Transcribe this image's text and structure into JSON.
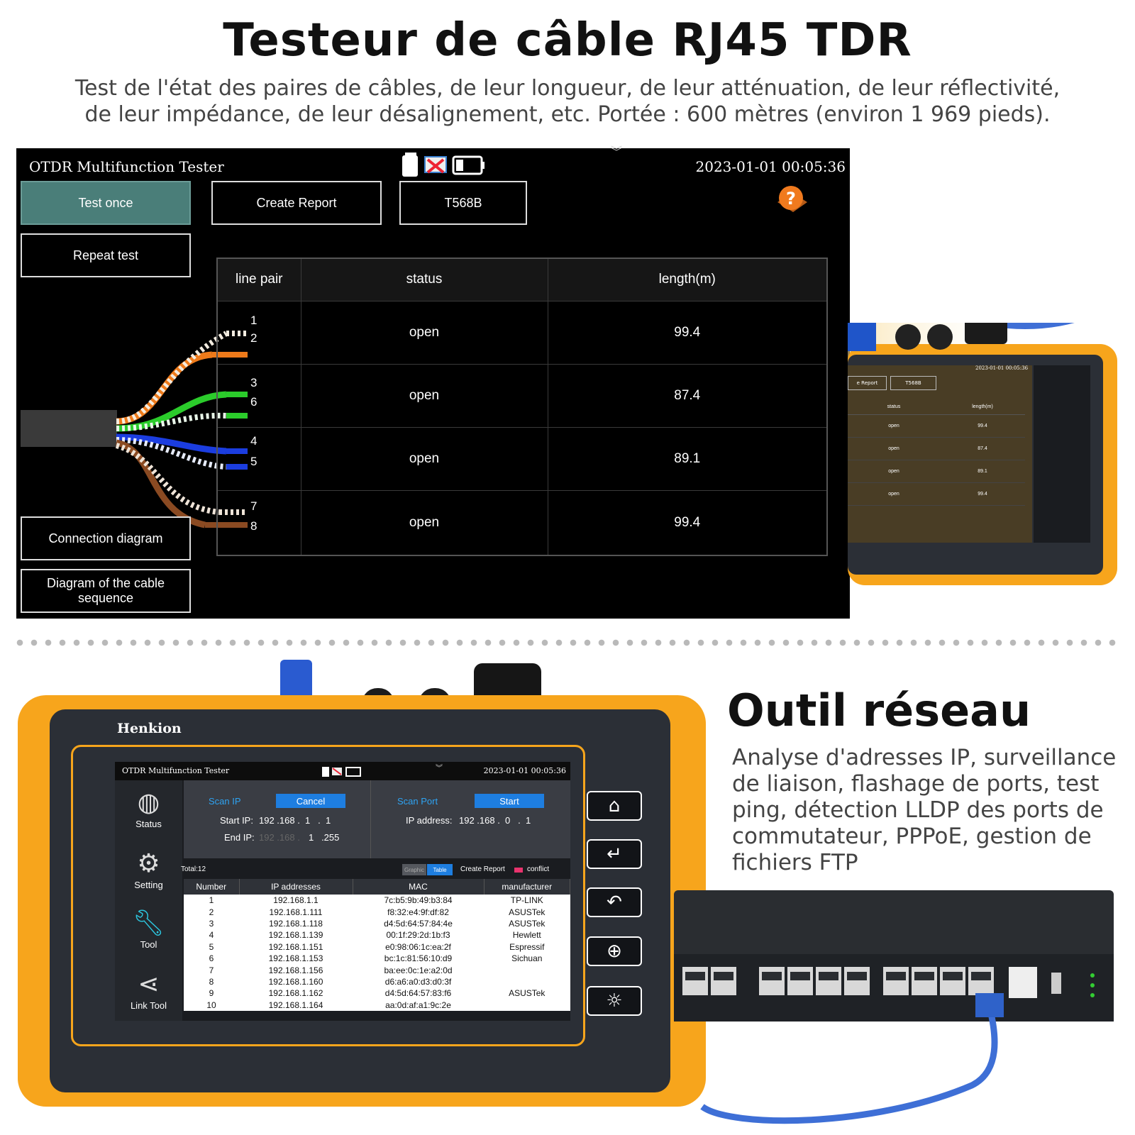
{
  "hero": {
    "title": "Testeur de câble RJ45 TDR",
    "subtitle_line1": "Test de l'état des paires de câbles, de leur longueur, de leur atténuation, de leur réflectivité,",
    "subtitle_line2": "de leur impédance, de leur désalignement, etc. Portée : 600 mètres (environ 1 969 pieds)."
  },
  "screen1": {
    "app_title": "OTDR Multifunction Tester",
    "datetime": "2023-01-01 00:05:36",
    "buttons": {
      "test_once": "Test once",
      "repeat_test": "Repeat test",
      "create_report": "Create Report",
      "standard": "T568B",
      "connection_diagram": "Connection diagram",
      "cable_sequence": "Diagram of the cable sequence"
    },
    "help_icon": "help-book-icon",
    "table": {
      "headers": [
        "line pair",
        "status",
        "length(m)"
      ],
      "rows": [
        {
          "pins": [
            "1",
            "2"
          ],
          "status": "open",
          "length": "99.4"
        },
        {
          "pins": [
            "3",
            "6"
          ],
          "status": "open",
          "length": "87.4"
        },
        {
          "pins": [
            "4",
            "5"
          ],
          "status": "open",
          "length": "89.1"
        },
        {
          "pins": [
            "7",
            "8"
          ],
          "status": "open",
          "length": "99.4"
        }
      ]
    }
  },
  "device_right": {
    "datetime": "2023-01-01 00:05:36",
    "buttons": {
      "report": "e Report",
      "standard": "T568B"
    },
    "headers": [
      "status",
      "length(m)"
    ],
    "rows": [
      {
        "status": "open",
        "length": "99.4"
      },
      {
        "status": "open",
        "length": "87.4"
      },
      {
        "status": "open",
        "length": "89.1"
      },
      {
        "status": "open",
        "length": "99.4"
      }
    ]
  },
  "network": {
    "title": "Outil réseau",
    "desc_lines": [
      "Analyse d'adresses IP, surveillance",
      "de liaison, flashage de ports, test",
      "ping, détection LLDP des ports de",
      "commutateur, PPPoE, gestion de",
      "fichiers FTP"
    ]
  },
  "screen2": {
    "brand": "Henkion",
    "app_title": "OTDR Multifunction Tester",
    "datetime": "2023-01-01 00:05:36",
    "sidebar": [
      {
        "label": "Status",
        "icon": "globe-icon"
      },
      {
        "label": "Setting",
        "icon": "gear-icon"
      },
      {
        "label": "Tool",
        "icon": "wrench-icon"
      },
      {
        "label": "Link Tool",
        "icon": "share-icon"
      }
    ],
    "scan_ip": {
      "tab": "Scan IP",
      "cancel": "Cancel",
      "start_ip_label": "Start IP:",
      "start_ip": "192 .168 .  1   .  1",
      "end_ip_label": "End IP:",
      "end_ip_faded": "192 .168 .",
      "end_ip": "1   .255"
    },
    "scan_port": {
      "tab": "Scan Port",
      "start": "Start",
      "ip_label": "IP address:",
      "ip": "192 .168 .  0   .  1"
    },
    "total": "Total:12",
    "view_graphic": "Graphic",
    "view_table": "Table",
    "create_report": "Create Report",
    "conflict": "conflict",
    "conflict_color": "#e8336d",
    "table_headers": [
      "Number",
      "IP addresses",
      "MAC",
      "manufacturer"
    ],
    "rows": [
      [
        "1",
        "192.168.1.1",
        "7c:b5:9b:49:b3:84",
        "TP-LINK"
      ],
      [
        "2",
        "192.168.1.111",
        "f8:32:e4:9f:df:82",
        "ASUSTek"
      ],
      [
        "3",
        "192.168.1.118",
        "d4:5d:64:57:84:4e",
        "ASUSTek"
      ],
      [
        "4",
        "192.168.1.139",
        "00:1f:29:2d:1b:f3",
        "Hewlett"
      ],
      [
        "5",
        "192.168.1.151",
        "e0:98:06:1c:ea:2f",
        "Espressif"
      ],
      [
        "6",
        "192.168.1.153",
        "bc:1c:81:56:10:d9",
        "Sichuan"
      ],
      [
        "7",
        "192.168.1.156",
        "ba:ee:0c:1e:a2:0d",
        ""
      ],
      [
        "8",
        "192.168.1.160",
        "d6:a6:a0:d3:d0:3f",
        ""
      ],
      [
        "9",
        "192.168.1.162",
        "d4:5d:64:57:83:f6",
        "ASUSTek"
      ],
      [
        "10",
        "192.168.1.164",
        "aa:0d:af:a1:9c:2e",
        ""
      ]
    ],
    "hw_buttons": [
      "home-icon",
      "enter-icon",
      "back-icon",
      "zoom-icon",
      "light-icon"
    ]
  },
  "colors": {
    "accent_teal": "#4a7e79",
    "device_orange": "#f7a51c",
    "blue_button": "#1e7ee0"
  }
}
